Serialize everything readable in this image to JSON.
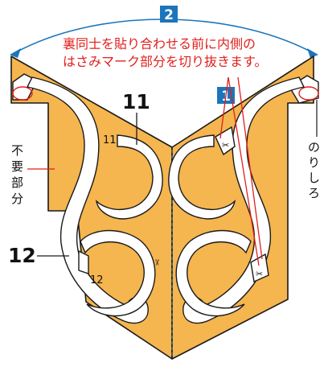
{
  "instruction": {
    "line1": "裏同士を貼り合わせる前に内側の",
    "line2": "はさみマーク部分を切り抜きます。"
  },
  "badges": {
    "step1": "1",
    "step2": "2"
  },
  "labels": {
    "big11": "11",
    "big12": "12",
    "small11": "11",
    "small12": "12",
    "unneeded": [
      "不",
      "要",
      "部",
      "分"
    ],
    "glue": [
      "の",
      "り",
      "し",
      "ろ"
    ]
  },
  "colors": {
    "paper": "#f5b54f",
    "outline": "#1a1a1a",
    "accent_red": "#e0201c",
    "badge_blue": "#1b75bc",
    "fold_line": "#1b75bc"
  },
  "icons": [
    "scissors-icon",
    "scissors-icon",
    "scissors-icon",
    "scissors-icon"
  ]
}
